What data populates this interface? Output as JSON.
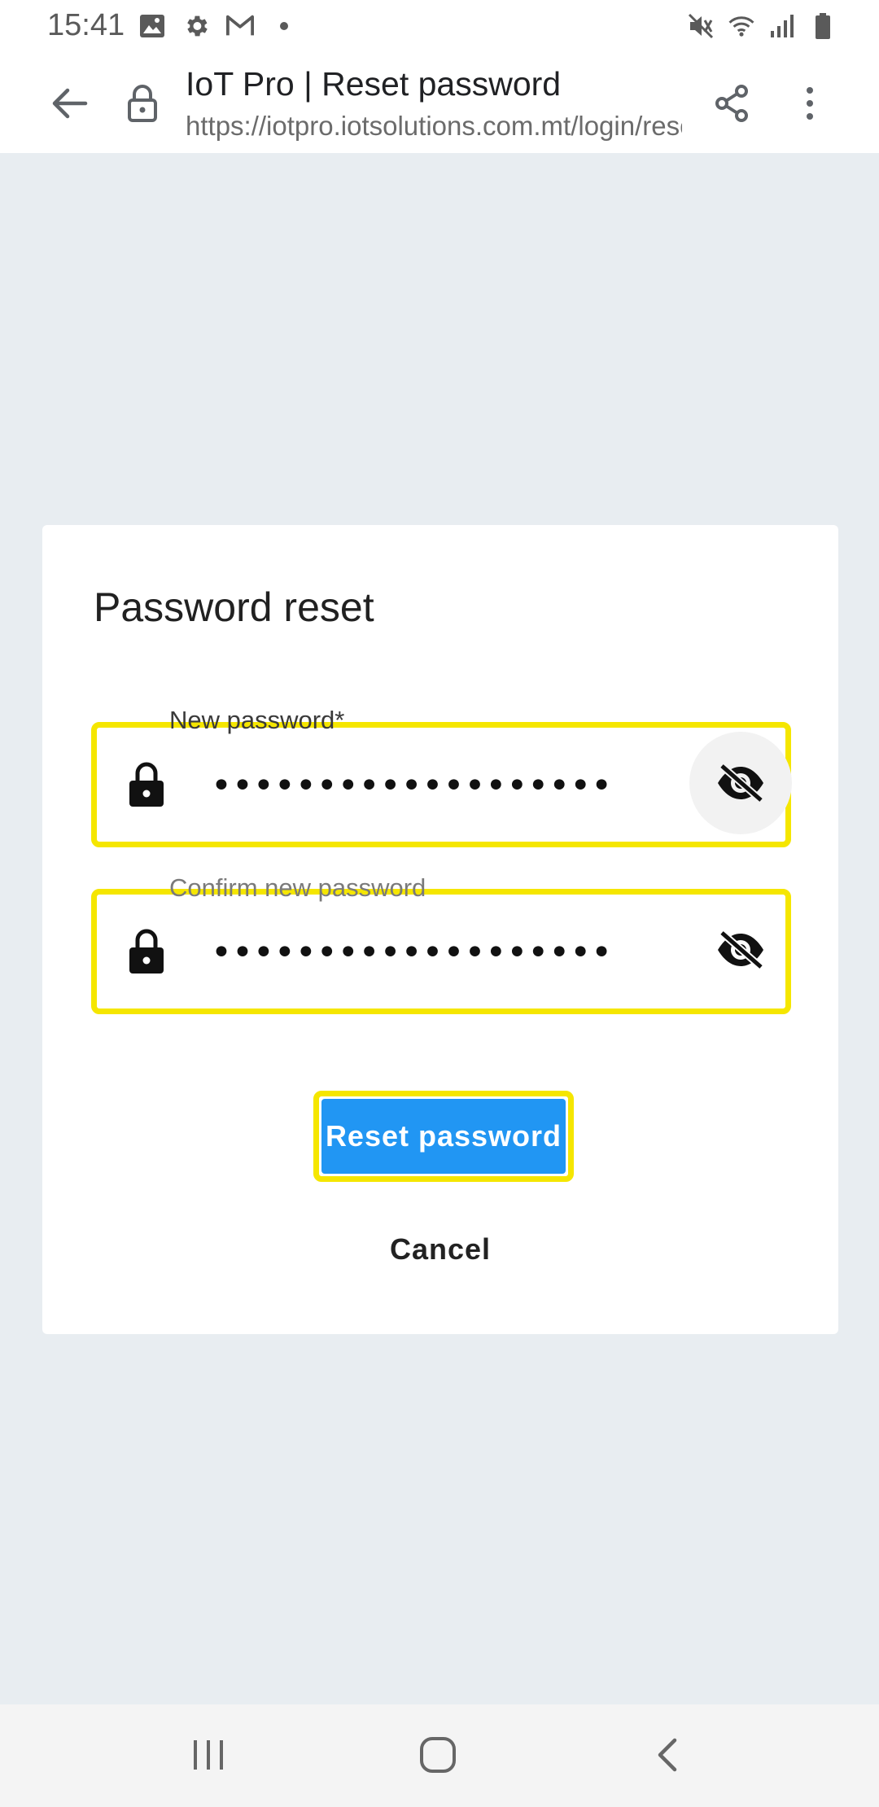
{
  "status_bar": {
    "time": "15:41",
    "left_icons": [
      "image-icon",
      "gear-icon",
      "gmail-icon",
      "dot-icon"
    ],
    "right_icons": [
      "mute-icon",
      "wifi-icon",
      "signal-icon",
      "battery-icon"
    ]
  },
  "toolbar": {
    "title": "IoT Pro | Reset password",
    "url": "https://iotpro.iotsolutions.com.mt/login/resetPassword"
  },
  "card": {
    "title": "Password reset",
    "new_password": {
      "label": "New password*",
      "value": "•••••••••••••••••••",
      "icon": "lock-icon",
      "toggle_icon": "eye-off-icon"
    },
    "confirm_password": {
      "label": "Confirm new password",
      "value": "•••••••••••••••••••",
      "icon": "lock-icon",
      "toggle_icon": "eye-off-icon"
    },
    "reset_label": "Reset password",
    "cancel_label": "Cancel"
  },
  "colors": {
    "accent": "#2196f3",
    "highlight": "#f5e600",
    "page_bg": "#e8edf1"
  },
  "nav_bar": {
    "items": [
      "recent-apps-icon",
      "home-icon",
      "back-icon"
    ]
  }
}
